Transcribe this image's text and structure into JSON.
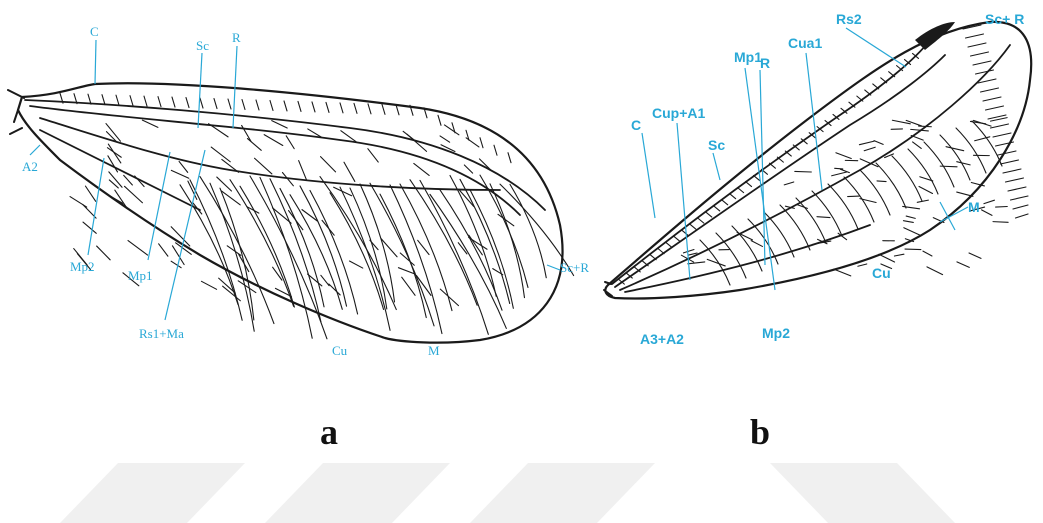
{
  "panel_a": {
    "letter": "a",
    "labels": {
      "C": "C",
      "Sc": "Sc",
      "R": "R",
      "A2": "A2",
      "Mp2": "Mp2",
      "Mp1": "Mp1",
      "Rs1Ma": "Rs1+Ma",
      "Cu": "Cu",
      "M": "M",
      "ScR": "Sc+R"
    }
  },
  "panel_b": {
    "letter": "b",
    "labels": {
      "C": "C",
      "CupA1": "Cup+A1",
      "Sc": "Sc",
      "Mp1": "Mp1",
      "R": "R",
      "Cua1": "Cua1",
      "Rs2": "Rs2",
      "ScR": "Sc+ R",
      "M": "M",
      "Cu": "Cu",
      "A3A2": "A3+A2",
      "Mp2": "Mp2"
    }
  },
  "colors": {
    "label": "#29a8d6",
    "wing": "#1a1a1a",
    "watermark": "#f0f0f0"
  }
}
